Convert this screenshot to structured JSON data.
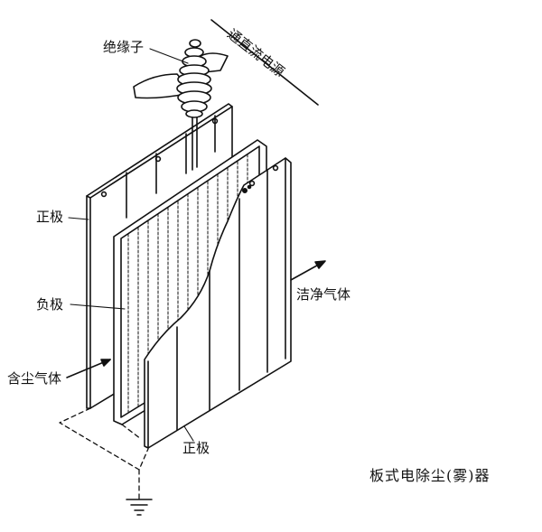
{
  "diagram": {
    "caption": "板式电除尘(雾)器",
    "labels": {
      "insulator": "绝缘子",
      "dc_supply": "通直流电源",
      "positive_plate_left": "正极",
      "negative_electrode": "负极",
      "dusty_gas": "含尘气体",
      "clean_gas": "洁净气体",
      "positive_plate_bottom": "正极"
    }
  }
}
